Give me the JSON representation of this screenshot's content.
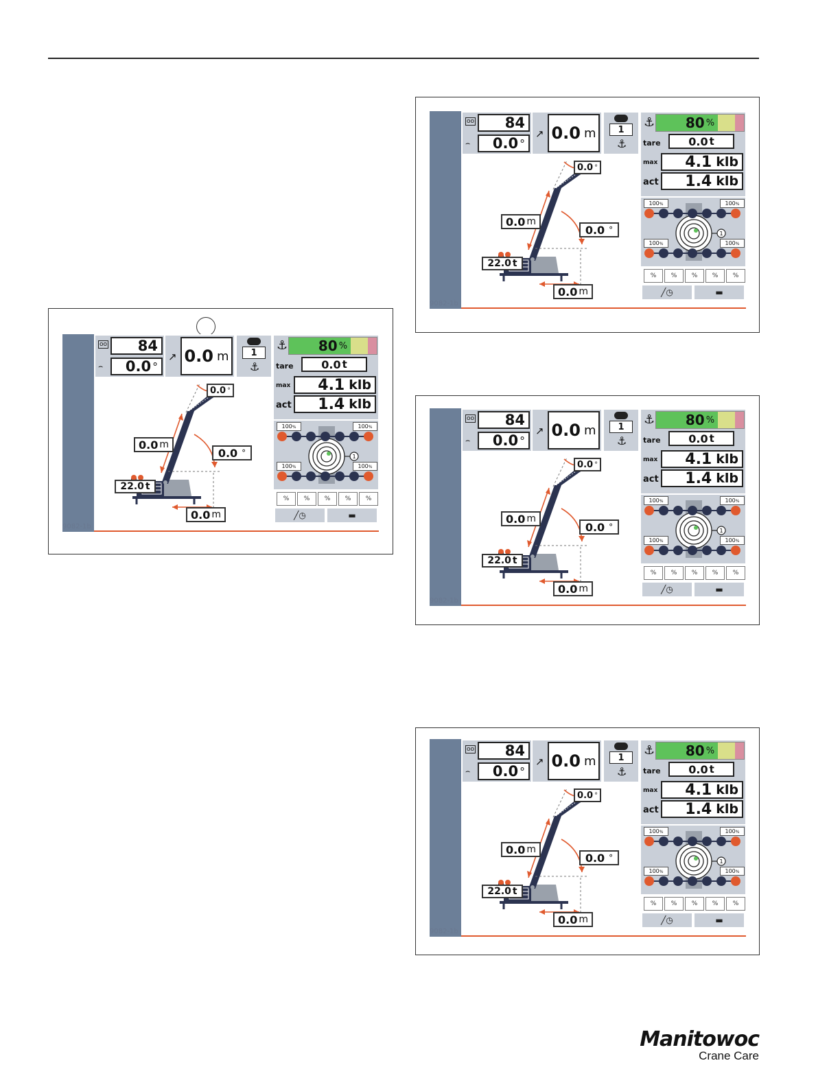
{
  "figure_code": "9082-1b",
  "screen": {
    "counter": "84",
    "slew_angle": "0.0",
    "slew_unit": "°",
    "radius": "0.0",
    "radius_unit": "m",
    "hoist_number": "1",
    "load_percent": 0.8,
    "load_percent_text": "80",
    "load_percent_unit": "%",
    "tare_label": "tare",
    "tare_value": "0.0",
    "tare_unit": "t",
    "max_label": "max",
    "max_value": "4.1",
    "max_unit": "klb",
    "act_label": "act",
    "act_value": "1.4",
    "act_unit": "klb",
    "outrigger_pct": [
      "100",
      "100",
      "100",
      "100"
    ],
    "outrigger_pct_unit": "%",
    "level_marker": "1",
    "softkeys": [
      "%",
      "%",
      "%",
      "%",
      "%"
    ],
    "boom_angle_top": "0.0",
    "boom_angle_side": "0.0",
    "angle_unit": "°",
    "boom_length": "0.0",
    "boom_length_unit": "m",
    "counterweight": "22.0",
    "counterweight_unit": "t",
    "working_radius": "0.0",
    "working_radius_unit": "m"
  },
  "brand": {
    "name": "Manitowoc",
    "tagline": "Crane Care"
  },
  "colors": {
    "sidebar": "#6c7f98",
    "panel": "#c9cfd8",
    "accent": "#e05a2e",
    "load_green": "#5ec25a",
    "boom": "#2b3350"
  }
}
